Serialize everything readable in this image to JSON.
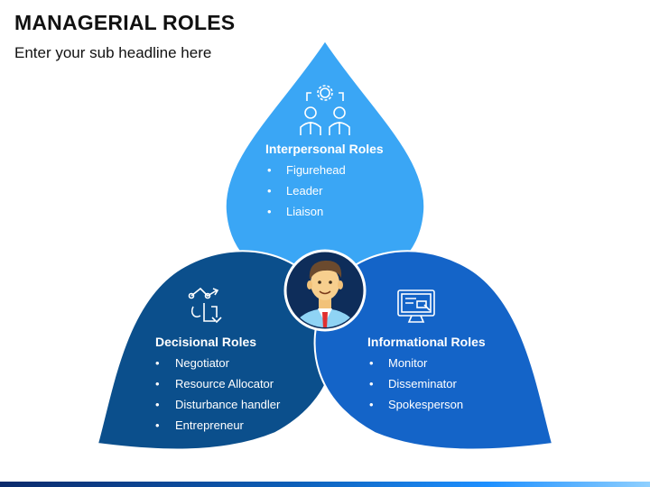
{
  "header": {
    "title": "MANAGERIAL ROLES",
    "subtitle": "Enter your sub headline here"
  },
  "roles": [
    {
      "title": "Interpersonal Roles",
      "icon": "people-network-icon",
      "color": "#3aa6f5",
      "items": [
        "Figurehead",
        "Leader",
        "Liaison"
      ]
    },
    {
      "title": "Decisional Roles",
      "icon": "decision-arrows-icon",
      "color": "#0b4f8c",
      "items": [
        "Negotiator",
        "Resource Allocator",
        "Disturbance handler",
        "Entrepreneur"
      ]
    },
    {
      "title": "Informational Roles",
      "icon": "monitor-icon",
      "color": "#1464c8",
      "items": [
        "Monitor",
        "Disseminator",
        "Spokesperson"
      ]
    }
  ],
  "center": {
    "icon": "manager-avatar-icon",
    "bg_color": "#0e2d5a"
  },
  "bullet": "•"
}
